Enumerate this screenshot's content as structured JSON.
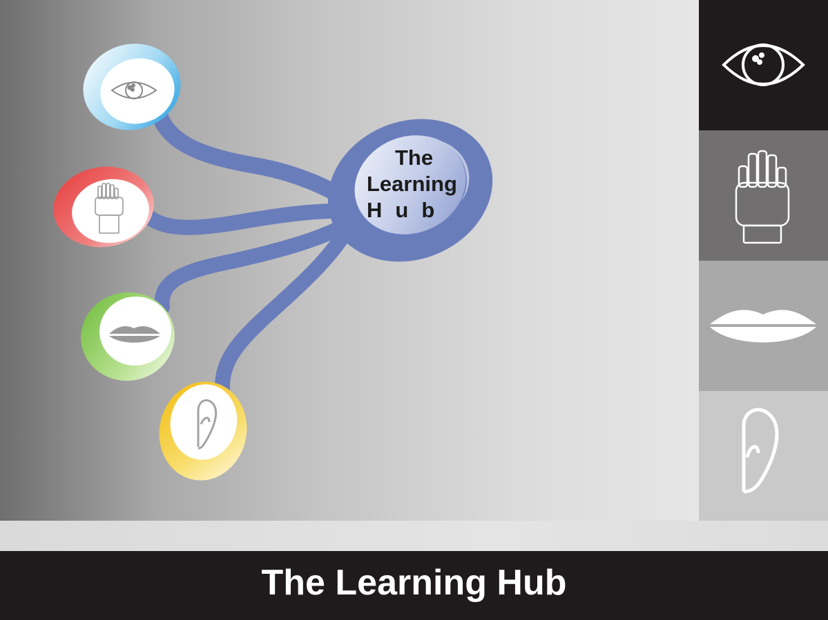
{
  "hub": {
    "line1": "The",
    "line2": "Learning",
    "line3": "Hub",
    "color": "#6a7dbb"
  },
  "senses": [
    {
      "name": "see",
      "icon": "eye-icon",
      "bubble_color": "#2fa8e6"
    },
    {
      "name": "touch",
      "icon": "hand-icon",
      "bubble_color": "#e04848"
    },
    {
      "name": "taste",
      "icon": "lips-icon",
      "bubble_color": "#7cc24a"
    },
    {
      "name": "hear",
      "icon": "ear-icon",
      "bubble_color": "#f2c62a"
    }
  ],
  "panel": {
    "tile_colors": [
      "#1f1b1c",
      "#716f6f",
      "#a9a9a9",
      "#c9c9c9"
    ]
  },
  "footer": {
    "title": "The Learning Hub"
  }
}
